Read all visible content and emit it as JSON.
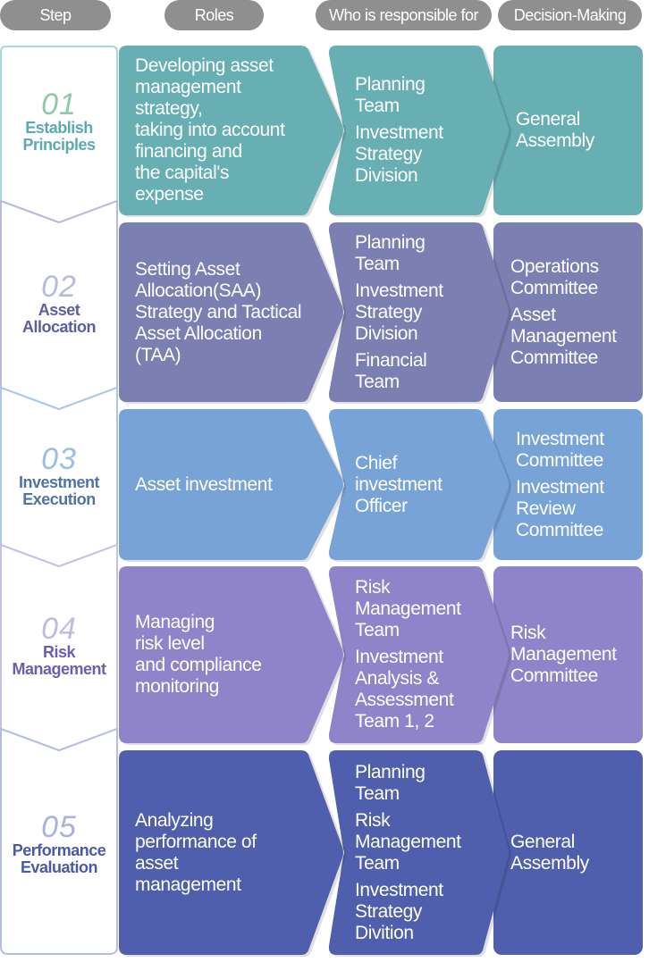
{
  "headers": {
    "step": "Step",
    "roles": "Roles",
    "responsible": "Who is responsible for",
    "decision": "Decision-Making"
  },
  "steps": [
    {
      "num": "01",
      "name": [
        "Establish",
        "Principles"
      ],
      "color": "#68afb4",
      "num_color": "#8ccaa9",
      "name_color": "#5aaab0",
      "border_color": "#a9d6d8",
      "role": [
        "Developing asset",
        "management",
        "strategy,",
        "taking into account",
        "financing and",
        "the capital's",
        "expense"
      ],
      "responsible": [
        [
          "Planning",
          "Team"
        ],
        [
          "Investment",
          "Strategy",
          "Division"
        ]
      ],
      "decision": [
        [
          "General",
          "Assembly"
        ]
      ]
    },
    {
      "num": "02",
      "name": [
        "Asset",
        "Allocation"
      ],
      "color": "#7b7fb2",
      "num_color": "#b8bcd8",
      "name_color": "#5b5f9e",
      "border_color": "#b8badb",
      "role": [
        "Setting Asset",
        "Allocation(SAA)",
        "Strategy and Tactical",
        "Asset Allocation",
        "(TAA)"
      ],
      "responsible": [
        [
          "Planning",
          "Team"
        ],
        [
          "Investment",
          "Strategy",
          "Division"
        ],
        [
          "Financial",
          "Team"
        ]
      ],
      "decision": [
        [
          "Operations",
          "Committee"
        ],
        [
          "Asset",
          "Management",
          "Committee"
        ]
      ]
    },
    {
      "num": "03",
      "name": [
        "Investment",
        "Execution"
      ],
      "color": "#78a3d6",
      "num_color": "#9cbde4",
      "name_color": "#4f74a6",
      "border_color": "#aac6e8",
      "role": [
        "Asset investment"
      ],
      "responsible": [
        [
          "Chief",
          "investment",
          "Officer"
        ]
      ],
      "decision": [
        [
          "Investment",
          "Committee"
        ],
        [
          "Investment",
          "Review",
          "Committee"
        ]
      ]
    },
    {
      "num": "04",
      "name": [
        "Risk",
        "Management"
      ],
      "color": "#8f84c9",
      "num_color": "#c1bae3",
      "name_color": "#6a5fb0",
      "border_color": "#c6bfe6",
      "role": [
        "Managing",
        "risk level",
        "and compliance",
        "monitoring"
      ],
      "responsible": [
        [
          "Risk",
          "Management",
          "Team"
        ],
        [
          "Investment",
          "Analysis &",
          "Assessment",
          "Team 1, 2"
        ]
      ],
      "decision": [
        [
          "Risk",
          "Management",
          "Committee"
        ]
      ]
    },
    {
      "num": "05",
      "name": [
        "Performance",
        "Evaluation"
      ],
      "color": "#4f5fad",
      "num_color": "#a9b1dc",
      "name_color": "#4a5aa8",
      "border_color": "#b5bde6",
      "role": [
        "Analyzing",
        "performance of",
        "asset",
        "management"
      ],
      "responsible": [
        [
          "Planning",
          "Team"
        ],
        [
          "Risk",
          "Management",
          "Team"
        ],
        [
          "Investment",
          "Strategy",
          "Divition"
        ]
      ],
      "decision": [
        [
          "General",
          "Assembly"
        ]
      ]
    }
  ]
}
